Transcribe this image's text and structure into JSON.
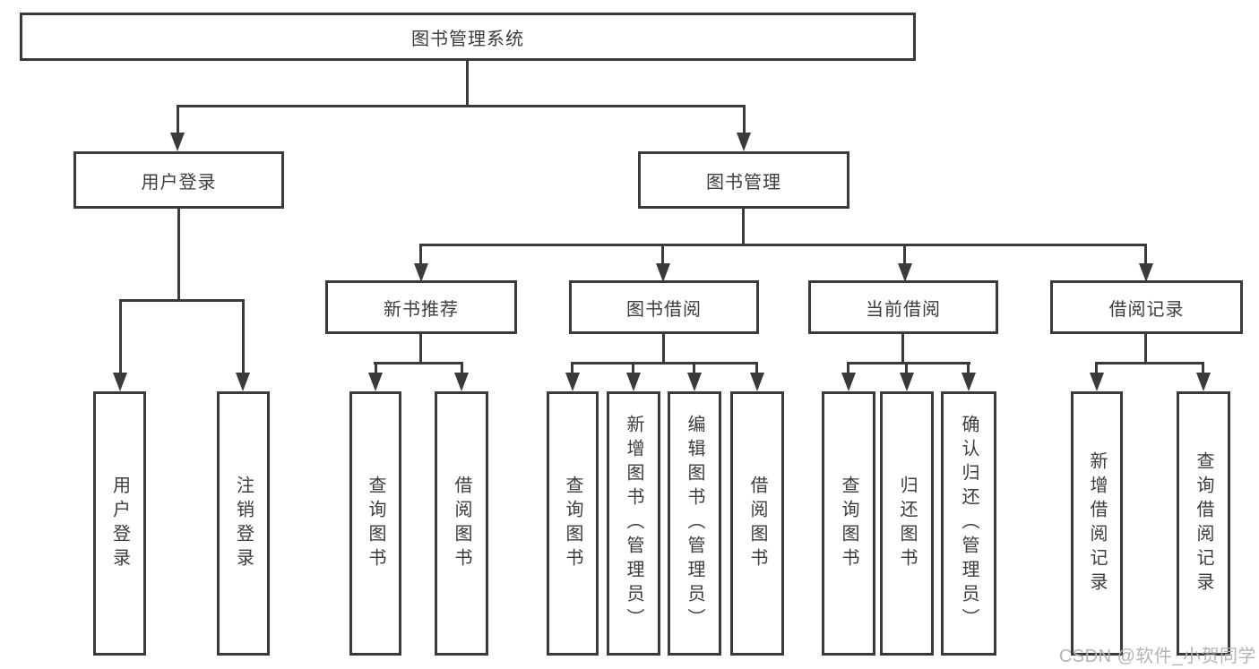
{
  "diagram": {
    "root": "图书管理系统",
    "level2": {
      "user_login": "用户登录",
      "book_management": "图书管理"
    },
    "level3": {
      "new_book_recommend": "新书推荐",
      "book_borrowing": "图书借阅",
      "current_borrowing": "当前借阅",
      "borrowing_records": "借阅记录"
    },
    "leaves": {
      "user": [
        "用户登录",
        "注销登录"
      ],
      "recommend": [
        "查询图书",
        "借阅图书"
      ],
      "borrow": [
        "查询图书",
        "新增图书（管理员）",
        "编辑图书（管理员）",
        "借阅图书"
      ],
      "current": [
        "查询图书",
        "归还图书",
        "确认归还（管理员）"
      ],
      "records": [
        "新增借阅记录",
        "查询借阅记录"
      ]
    }
  },
  "watermark": "CSDN @软件_小贺同学",
  "colors": {
    "line": "#3a3a3a",
    "text": "#3c3c3c",
    "watermark": "#b4b4b4",
    "background": "#ffffff"
  }
}
